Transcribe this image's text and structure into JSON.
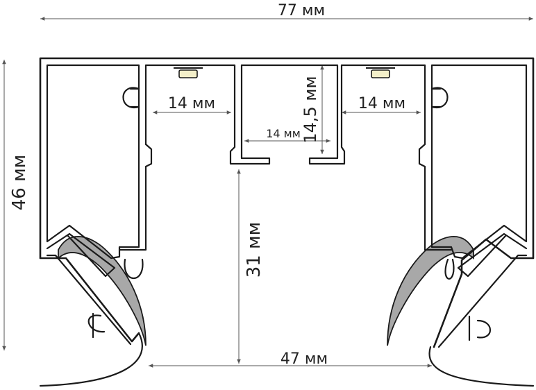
{
  "diagram": {
    "dimensions": {
      "overall_width": "77 мм",
      "overall_height": "46 мм",
      "left_channel_width": "14 мм",
      "center_slot_width": "14 мм",
      "right_channel_width": "14 мм",
      "center_slot_depth": "14,5 мм",
      "inner_depth": "31 мм",
      "bottom_opening": "47 мм"
    },
    "colors": {
      "stroke": "#1a1a1a",
      "diffuser": "#a8a8a8",
      "led": "#f3efc9",
      "dimension": "#555555"
    }
  }
}
